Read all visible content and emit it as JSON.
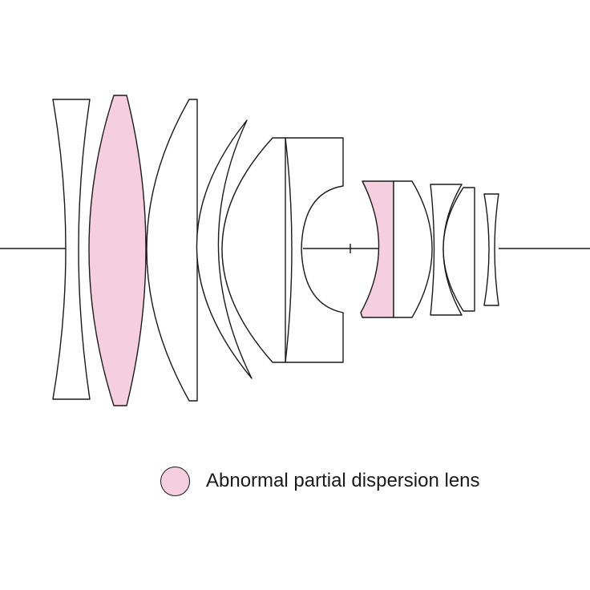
{
  "colors": {
    "abnormal_fill": "#f5cfe0",
    "normal_fill": "#ffffff",
    "stroke": "#1a1a1a"
  },
  "legend": {
    "label": "Abnormal partial dispersion lens",
    "swatch_color": "#f5cfe0"
  },
  "lens_elements": [
    {
      "id": "element-1",
      "shape": "biconcave",
      "abnormal_partial_dispersion": false
    },
    {
      "id": "element-2",
      "shape": "biconvex",
      "abnormal_partial_dispersion": true
    },
    {
      "id": "element-3",
      "shape": "meniscus",
      "abnormal_partial_dispersion": false
    },
    {
      "id": "element-4",
      "shape": "meniscus",
      "abnormal_partial_dispersion": false
    },
    {
      "id": "element-5",
      "shape": "meniscus",
      "abnormal_partial_dispersion": false
    },
    {
      "id": "element-6",
      "shape": "concave",
      "abnormal_partial_dispersion": false
    },
    {
      "id": "element-7",
      "shape": "cemented-negative",
      "abnormal_partial_dispersion": true
    },
    {
      "id": "element-8",
      "shape": "cemented-positive",
      "abnormal_partial_dispersion": false
    },
    {
      "id": "element-9",
      "shape": "concave",
      "abnormal_partial_dispersion": false
    },
    {
      "id": "element-10",
      "shape": "meniscus",
      "abnormal_partial_dispersion": false
    },
    {
      "id": "element-11",
      "shape": "biconcave",
      "abnormal_partial_dispersion": false
    }
  ]
}
